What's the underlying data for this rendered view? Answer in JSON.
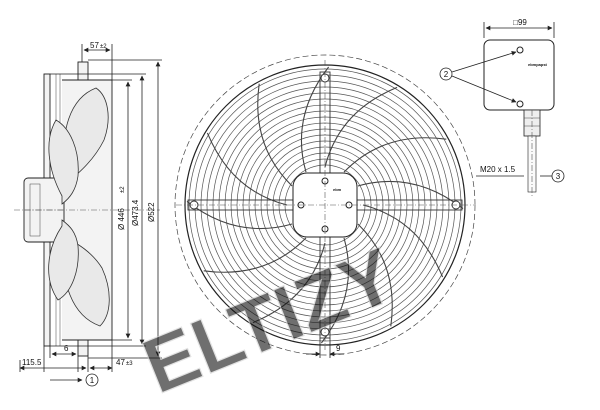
{
  "side_view": {
    "dims": {
      "top_offset": "57",
      "top_offset_tol": "±2",
      "dia_inner": "Ø 446",
      "dia_inner_tol": "±2",
      "dia_mid": "Ø473.4",
      "dia_outer": "Ø522",
      "bottom_a": "6",
      "bottom_b": "115.5",
      "bottom_c": "47",
      "bottom_c_tol": "±3"
    },
    "callout": "1"
  },
  "front_view": {
    "dims": {
      "bracket_width": "9"
    },
    "motor_brand": "ebm"
  },
  "terminal_box": {
    "dims": {
      "size": "□99",
      "thread": "M20 x 1.5"
    },
    "brand": "ebmpapst",
    "callouts": [
      "2",
      "3"
    ]
  },
  "watermark": "ELTIZY"
}
